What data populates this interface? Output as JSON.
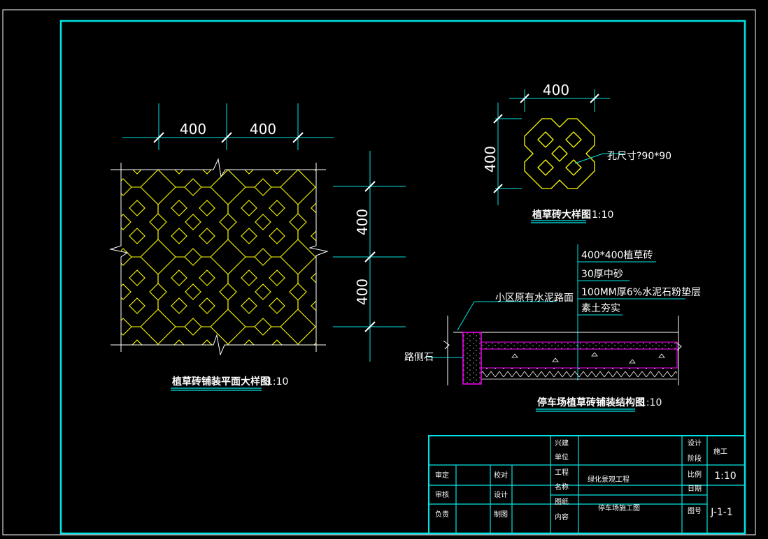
{
  "plan": {
    "dim_h1": "400",
    "dim_h2": "400",
    "dim_v1": "400",
    "dim_v2": "400",
    "title": "植草砖铺装平面大样图",
    "scale": "1:10"
  },
  "brick": {
    "dim_w": "400",
    "dim_h": "400",
    "hole_note": "孔尺寸?90*90",
    "title": "植草砖大样图",
    "scale": "1:10"
  },
  "section": {
    "layers": [
      "400*400植草砖",
      "30厚中砂",
      "100MM厚6%水泥石粉垫层",
      "素土夯实"
    ],
    "road_label": "小区原有水泥路面",
    "curb_label": "路侧石",
    "title": "停车场植草砖铺装结构图",
    "scale": "1:10"
  },
  "titleblock": {
    "c1": "审定",
    "c2": "审核",
    "c3": "负责",
    "d1": "校对",
    "d2": "设计",
    "d3": "制图",
    "e1": "兴建",
    "e2": "单位",
    "e3": "工程",
    "e4": "名称",
    "e5": "图纸",
    "e6": "内容",
    "project": "绿化景观工程",
    "content": "停车场施工图",
    "g1": "设计",
    "g2": "阶段",
    "g3": "比例",
    "g4": "日期",
    "g5": "图号",
    "stage": "施工",
    "scale": "1:10",
    "date": "",
    "drawing_no": "J-1-1"
  }
}
